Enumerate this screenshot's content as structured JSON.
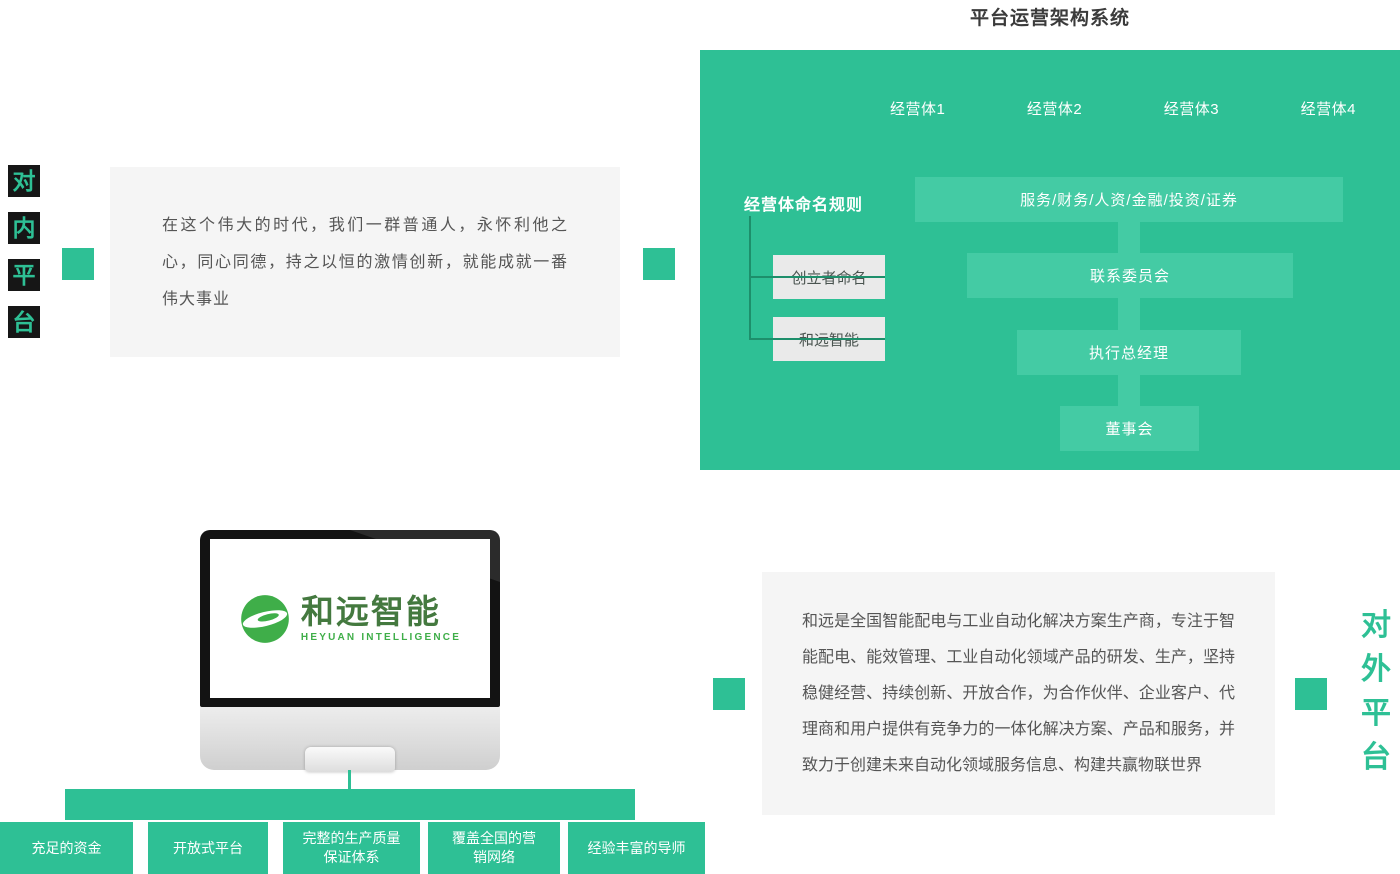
{
  "title": "平台运营架构系统",
  "internal_platform": {
    "chars": [
      "对",
      "内",
      "平",
      "台"
    ]
  },
  "external_platform": {
    "chars": [
      "对",
      "外",
      "平",
      "台"
    ]
  },
  "intro_quote": "在这个伟大的时代，我们一群普通人，永怀利他之心，同心同德，持之以恒的激情创新，就能成就一番伟大事业",
  "org_chart": {
    "business_units": [
      "经营体1",
      "经营体2",
      "经营体3",
      "经营体4"
    ],
    "naming_rule_label": "经营体命名规则",
    "levels": [
      "服务/财务/人资/金融/投资/证券",
      "联系委员会",
      "执行总经理",
      "董事会"
    ],
    "naming_boxes": [
      "创立者命名",
      "和远智能"
    ]
  },
  "monitor": {
    "logo_text": "和远智能",
    "logo_subtext": "HEYUAN INTELLIGENCE"
  },
  "pillars": [
    "充足的资金",
    "开放式平台",
    "完整的生产质量保证体系",
    "覆盖全国的营销网络",
    "经验丰富的导师"
  ],
  "company_intro": "和远是全国智能配电与工业自动化解决方案生产商，专注于智能配电、能效管理、工业自动化领域产品的研发、生产，坚持稳健经营、持续创新、开放合作，为合作伙伴、企业客户、代理商和用户提供有竞争力的一体化解决方案、产品和服务，并致力于创建未来自动化领域服务信息、构建共赢物联世界",
  "colors": {
    "teal": "#2EC095",
    "teal_light": "#44CBA4",
    "dark_line": "#1D8F6B",
    "box_gray": "#F5F5F5",
    "logo_green": "#3FAE49"
  }
}
